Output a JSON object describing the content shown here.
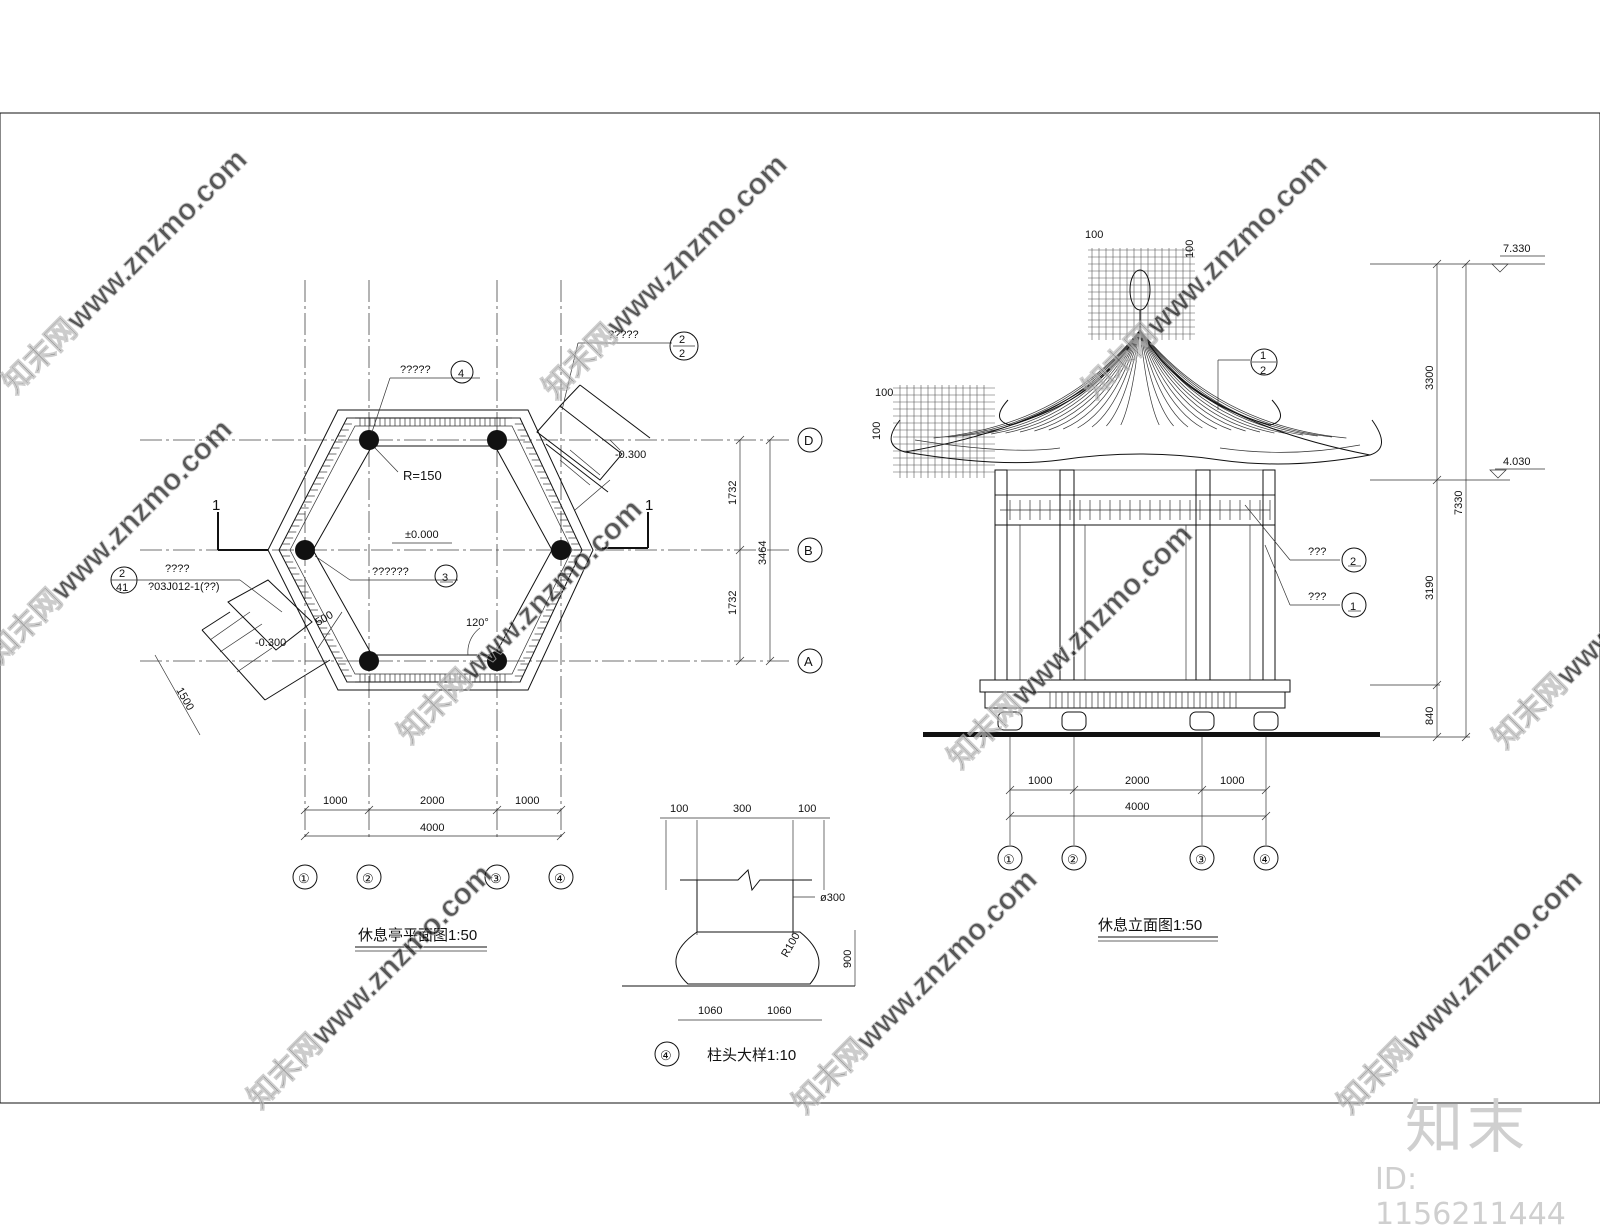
{
  "plan": {
    "title": "休息亭平面图1:50",
    "dims": {
      "d1000a": "1000",
      "d2000": "2000",
      "d1000b": "1000",
      "total": "4000",
      "v1732a": "1732",
      "v1732b": "1732",
      "v3464": "3464",
      "d500": "500",
      "d1500": "1500"
    },
    "axes_x": [
      "①",
      "②",
      "③",
      "④"
    ],
    "axes_y": [
      "D",
      "B",
      "A"
    ],
    "radius": "R=150",
    "level_center": "±0.000",
    "level_step_right": "-0.300",
    "level_step_left": "-0.300",
    "angle": "120°",
    "section_mark": "1",
    "notes": {
      "top_note": "?????",
      "top_ref": "4",
      "right_note": "?????",
      "right_ref_top": "2",
      "right_ref_bottom": "2",
      "center_note": "??????",
      "center_ref": "3",
      "left_note_a": "????",
      "left_note_b": "?03J012-1(??)",
      "left_ref_top": "2",
      "left_ref_bottom": "41"
    }
  },
  "detail": {
    "title": "柱头大样1:10",
    "number": "④",
    "dims": {
      "d100a": "100",
      "d300": "300",
      "d100b": "100",
      "dia": "ø300",
      "rad": "R100",
      "h900": "900",
      "w1060a": "1060",
      "w1060b": "1060"
    }
  },
  "elevation": {
    "title": "休息立面图1:50",
    "dims": {
      "d1000a": "1000",
      "d2000": "2000",
      "d1000b": "1000",
      "total": "4000",
      "h3300": "3300",
      "h3190": "3190",
      "h840": "840",
      "h7330": "7330",
      "top100a": "100",
      "top100b": "100",
      "side100a": "100",
      "side100b": "100"
    },
    "levels": {
      "top": "7.330",
      "mid": "4.030"
    },
    "axes_x": [
      "①",
      "②",
      "③",
      "④"
    ],
    "notes": {
      "top_ref_a": "1",
      "top_ref_b": "2",
      "note1": "???",
      "note1_ref": "2",
      "note2": "???",
      "note2_ref": "1"
    }
  },
  "watermark": {
    "text": "知末网www.znzmo.com",
    "logo": "知末",
    "id": "ID: 1156211444"
  }
}
